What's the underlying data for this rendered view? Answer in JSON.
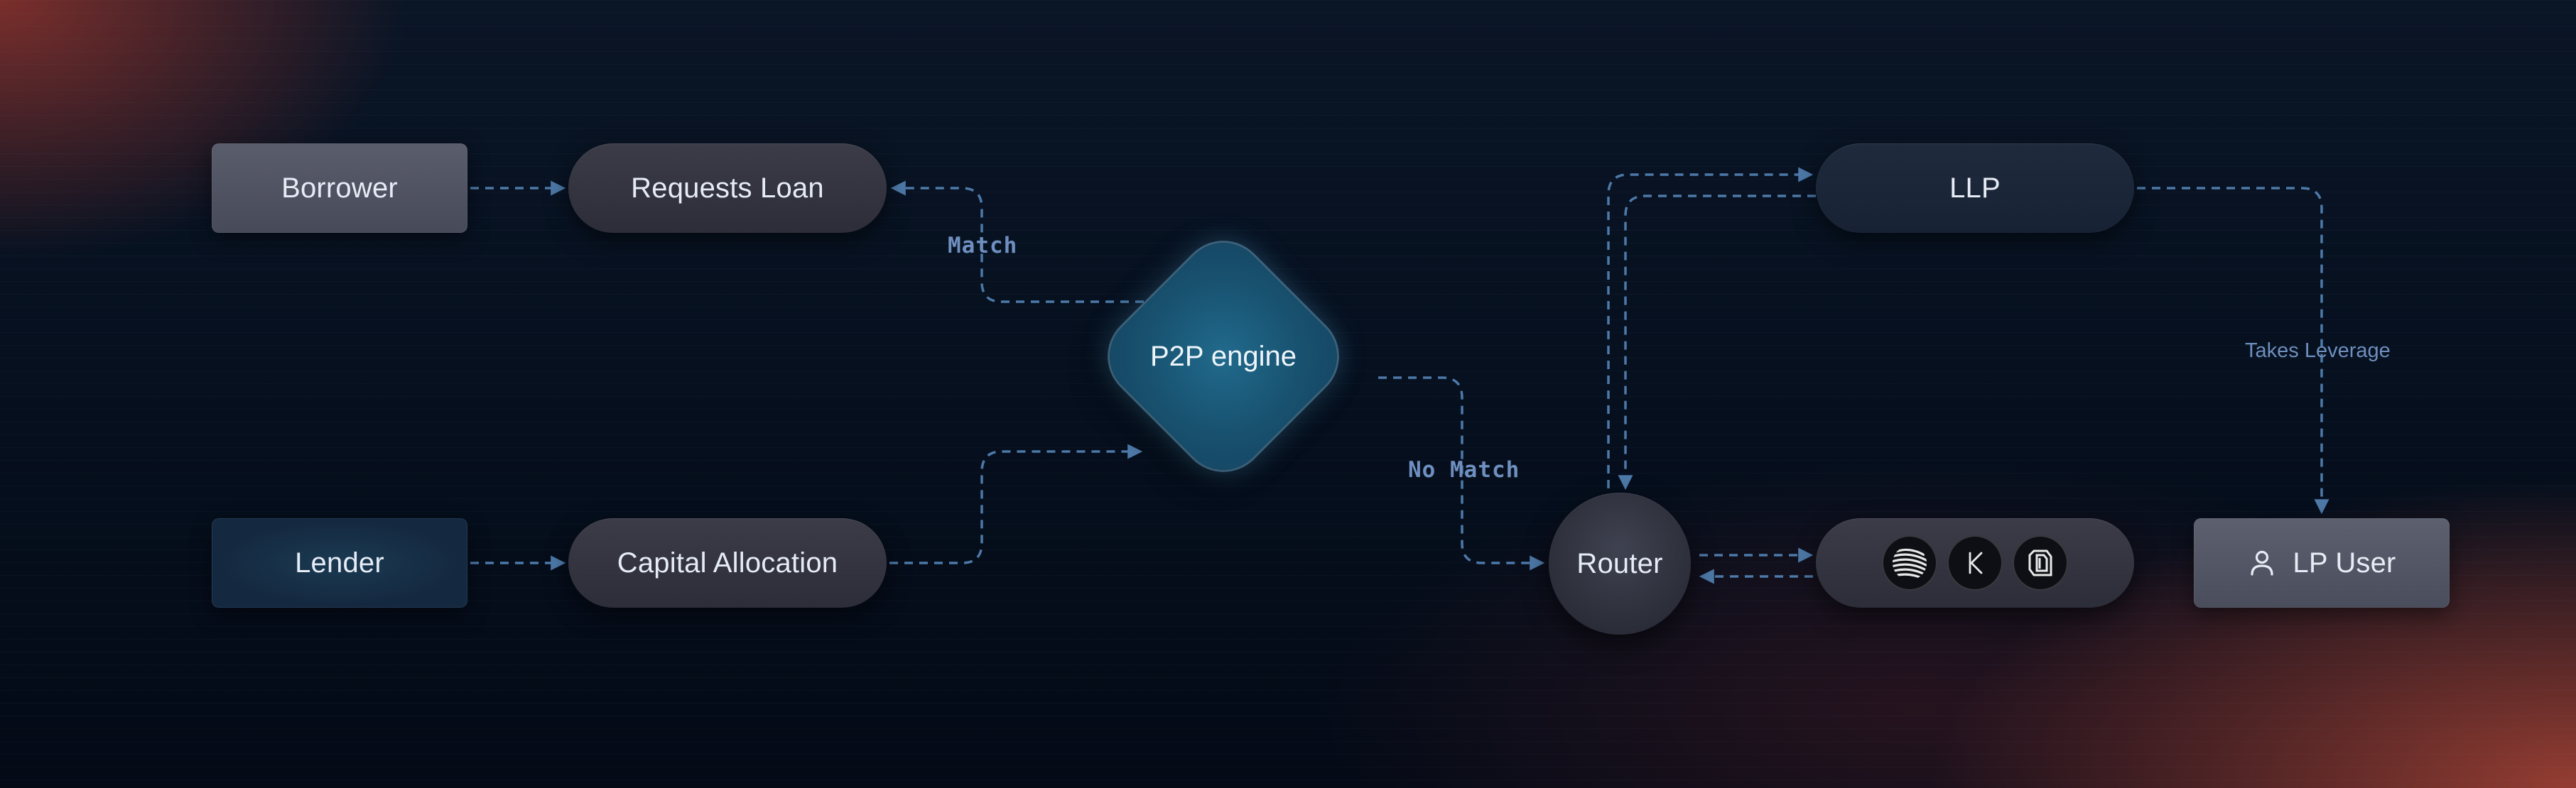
{
  "nodes": {
    "borrower": "Borrower",
    "requests_loan": "Requests Loan",
    "lender": "Lender",
    "capital_allocation": "Capital Allocation",
    "p2p_engine": "P2P engine",
    "router": "Router",
    "llp": "LLP",
    "lp_user": "LP User"
  },
  "edge_labels": {
    "match": "Match",
    "no_match": "No Match",
    "takes_leverage": "Takes Leverage"
  },
  "protocol_icons": [
    "stripes-logo-icon",
    "k-logo-icon",
    "hexagon-logo-icon"
  ],
  "user_icon": "user-icon",
  "colors": {
    "connector": "#4d79a8",
    "label": "#6e8fbf",
    "diamond": "#1c5a7a",
    "accent_glow_red": "#a8423a"
  }
}
